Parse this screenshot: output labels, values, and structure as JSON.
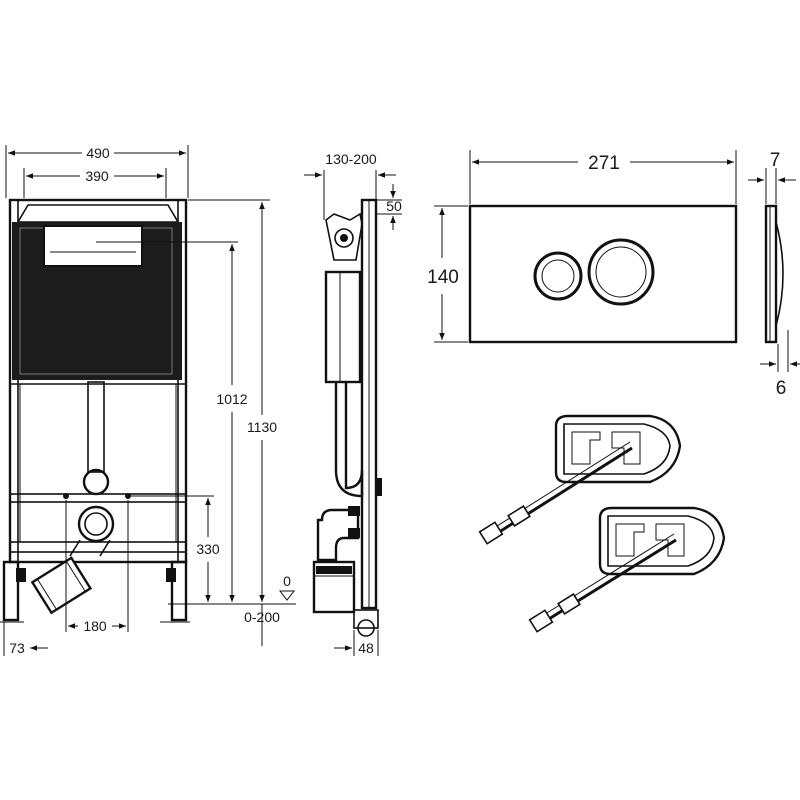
{
  "front_view": {
    "width_total": "490",
    "width_inner": "390",
    "height_tank": "1012",
    "height_total": "1130",
    "height_outlet": "330",
    "outlet_spacing": "180",
    "leg_offset": "73",
    "adjust_range": "0-200",
    "floor_mark": "0"
  },
  "side_view": {
    "depth_range": "130-200",
    "top_offset": "50",
    "leg_depth": "48"
  },
  "flush_plate": {
    "width": "271",
    "height": "140",
    "thickness_top": "7",
    "thickness_bottom": "6"
  }
}
